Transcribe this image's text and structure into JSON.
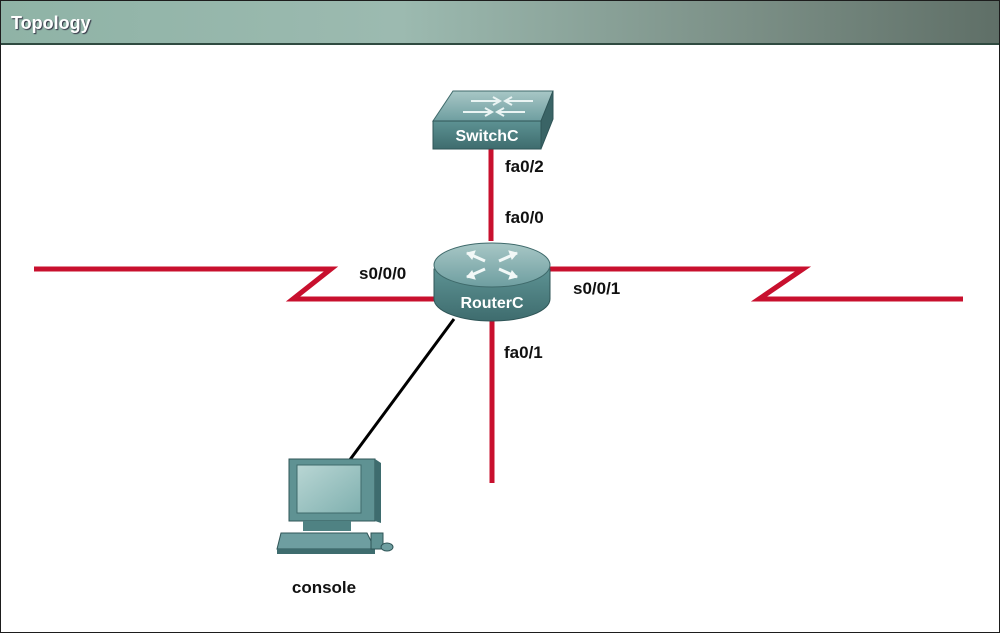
{
  "header": {
    "title": "Topology"
  },
  "devices": {
    "switch": {
      "name": "SwitchC"
    },
    "router": {
      "name": "RouterC"
    },
    "pc": {
      "name": "console"
    }
  },
  "interfaces": {
    "switch_port": "fa0/2",
    "router_fa0_0": "fa0/0",
    "router_s0_0_0": "s0/0/0",
    "router_s0_0_1": "s0/0/1",
    "router_fa0_1": "fa0/1"
  },
  "colors": {
    "link": "#c8102e",
    "console_cable": "#000000",
    "device_body": "#4f8a8b"
  }
}
